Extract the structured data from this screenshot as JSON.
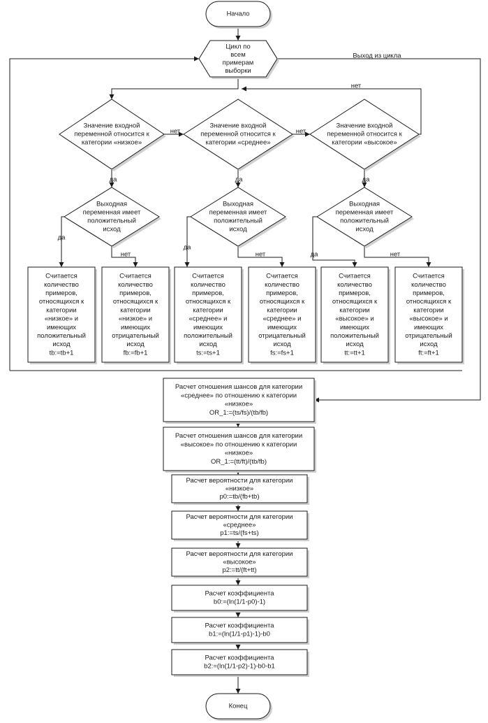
{
  "nodes": {
    "start": [
      "Начало"
    ],
    "loop": [
      "Цикл по",
      "всем",
      "примерам",
      "выборки"
    ],
    "d_low": [
      "Значение входной",
      "переменной относится к",
      "категории «низкое»"
    ],
    "d_mid": [
      "Значение входной",
      "переменной относится к",
      "категории «среднее»"
    ],
    "d_high": [
      "Значение входной",
      "переменной относится к",
      "категории «высокое»"
    ],
    "o_low": [
      "Выходная",
      "переменная имеет",
      "положительный",
      "исход"
    ],
    "o_mid": [
      "Выходная",
      "переменная имеет",
      "положительный",
      "исход"
    ],
    "o_high": [
      "Выходная",
      "переменная имеет",
      "положительный",
      "исход"
    ],
    "c_tb": [
      "Считается",
      "количество",
      "примеров,",
      "относящихся к",
      "категории",
      "«низкое» и",
      "имеющих",
      "положительный",
      "исход",
      "tb:=tb+1"
    ],
    "c_fb": [
      "Считается",
      "количество",
      "примеров,",
      "относящихся к",
      "категории",
      "«низкое» и",
      "имеющих",
      "отрицательный",
      "исход",
      "fb:=fb+1"
    ],
    "c_ts": [
      "Считается",
      "количество",
      "примеров,",
      "относящихся к",
      "категории",
      "«среднее» и",
      "имеющих",
      "положительный",
      "исход",
      "ts:=ts+1"
    ],
    "c_fs": [
      "Считается",
      "количество",
      "примеров,",
      "относящихся к",
      "категории",
      "«среднее» и",
      "имеющих",
      "отрицательный",
      "исход",
      "fs:=fs+1"
    ],
    "c_tt": [
      "Считается",
      "количество",
      "примеров,",
      "относящихся к",
      "категории",
      "«высокое» и",
      "имеющих",
      "положительный",
      "исход",
      "tt:=tt+1"
    ],
    "c_ft": [
      "Считается",
      "количество",
      "примеров,",
      "относящихся к",
      "категории",
      "«высокое» и",
      "имеющих",
      "отрицательный",
      "исход",
      "ft:=ft+1"
    ],
    "r_or1": [
      "Расчет отношения шансов для категории",
      "«среднее» по отношению к категории",
      "«низкое»",
      "OR_1:=(ts/fs)/(tb/fb)"
    ],
    "r_or2": [
      "Расчет отношения шансов для категории",
      "«высокое» по отношению к категории",
      "«низкое»",
      "OR_1:=(tt/ft)/(tb/fb)"
    ],
    "r_p0": [
      "Расчет вероятности для категории",
      "«низкое»",
      "p0:=tb/(fb+tb)"
    ],
    "r_p1": [
      "Расчет вероятности для категории",
      "«среднее»",
      "p1:=ts/(fs+ts)"
    ],
    "r_p2": [
      "Расчет вероятности  для категории",
      "«высокое»",
      "p2:=tt/(ft+tt)"
    ],
    "r_b0": [
      "Расчет коэффициента",
      "b0:=(ln(1/1-p0)-1)"
    ],
    "r_b1": [
      "Расчет коэффициента",
      "b1:=(ln(1/1-p1)-1)-b0"
    ],
    "r_b2": [
      "Расчет коэффициента",
      "b2:=(ln(1/1-p2)-1)-b0-b1"
    ],
    "end": [
      "Конец"
    ]
  },
  "edge_labels": {
    "loop_exit": "Выход из цикла",
    "no_mid": "нет",
    "no_high": "нет",
    "no_back": "нет",
    "yes_low": "да",
    "yes_mid": "да",
    "yes_high": "да",
    "yes_tb": "да",
    "no_fb": "нет",
    "yes_ts": "да",
    "no_fs": "нет",
    "yes_tt": "да",
    "no_ft": "нет"
  }
}
